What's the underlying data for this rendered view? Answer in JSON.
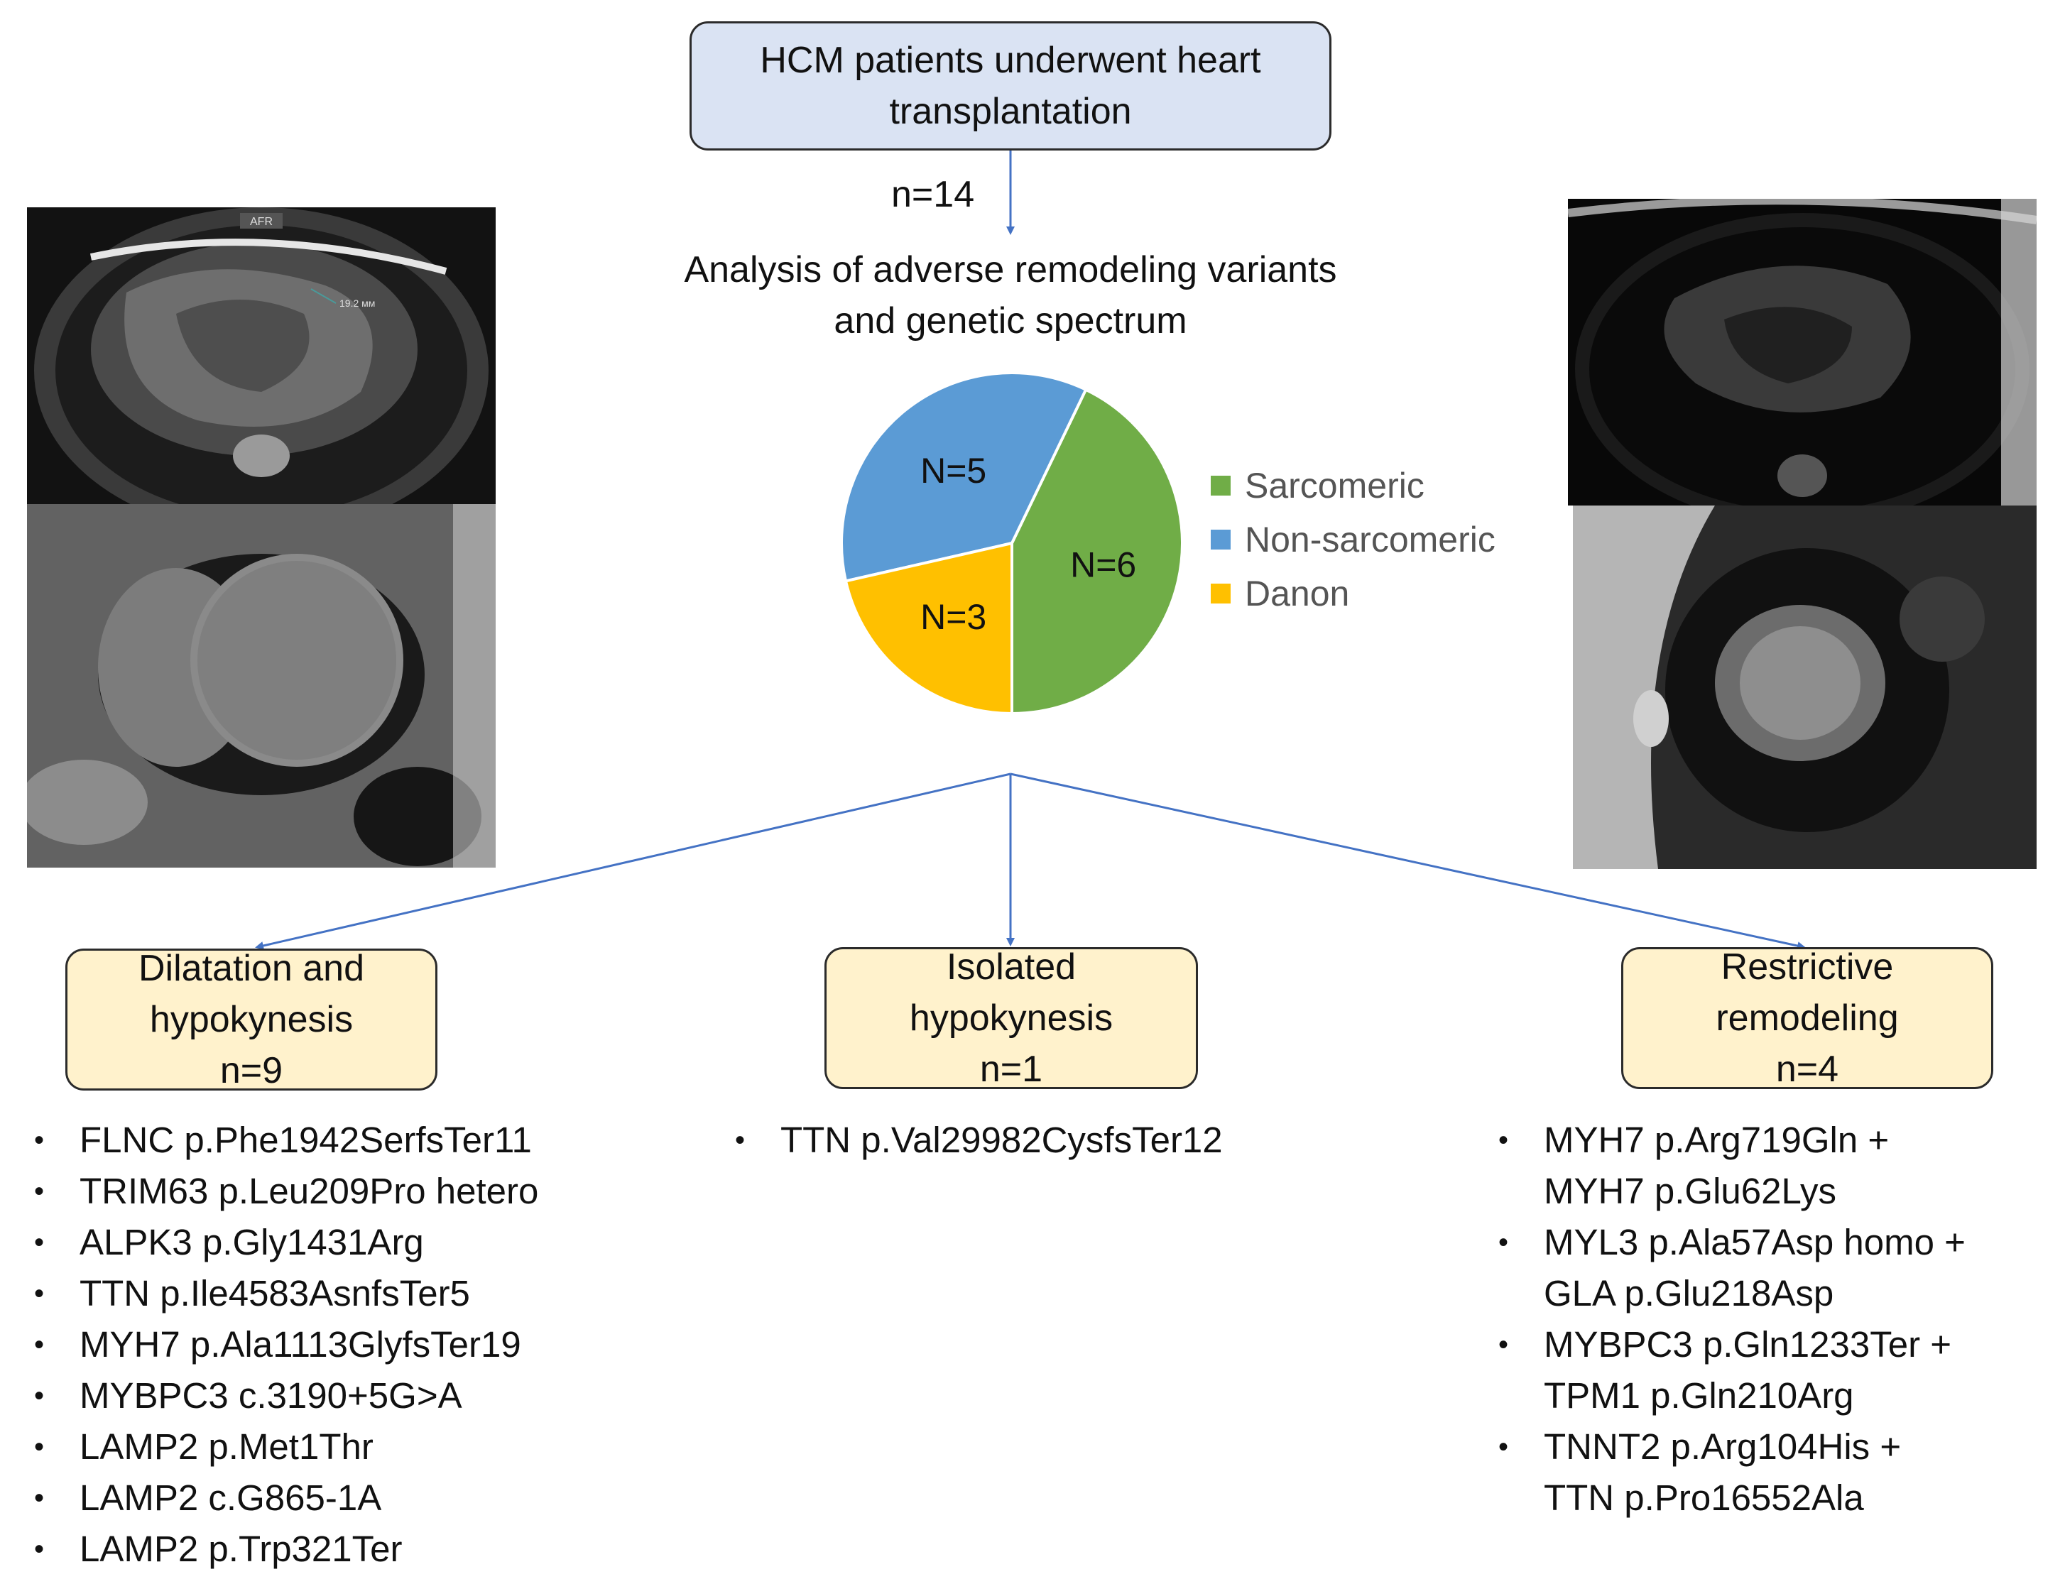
{
  "top_box": {
    "line1": "HCM patients underwent heart",
    "line2": "transplantation"
  },
  "n_total": "n=14",
  "analysis": {
    "line1": "Analysis of adverse remodeling variants",
    "line2": "and genetic spectrum"
  },
  "chart_data": {
    "type": "pie",
    "slices": [
      {
        "name": "Sarcomeric",
        "value": 6,
        "label": "N=6",
        "color": "#70ad47"
      },
      {
        "name": "Non-sarcomeric",
        "value": 5,
        "label": "N=5",
        "color": "#5b9bd5"
      },
      {
        "name": "Danon",
        "value": 3,
        "label": "N=3",
        "color": "#ffc000"
      }
    ],
    "legend_position": "right"
  },
  "mri_left_top_label": "AFR",
  "mri_left_measure": "19.2 мм",
  "categories": [
    {
      "line1": "Dilatation and",
      "line2": "hypokynesis",
      "count": "n=9"
    },
    {
      "line1": "Isolated",
      "line2": "hypokynesis",
      "count": "n=1"
    },
    {
      "line1": "Restrictive",
      "line2": "remodeling",
      "count": "n=4"
    }
  ],
  "variants_dilatation": [
    "FLNC p.Phe1942SerfsTer11",
    "TRIM63 p.Leu209Pro hetero",
    "ALPK3 p.Gly1431Arg",
    "TTN p.Ile4583AsnfsTer5",
    "MYH7 p.Ala1113GlyfsTer19",
    "MYBPC3 c.3190+5G>A",
    "LAMP2 p.Met1Thr",
    "LAMP2 c.G865-1A",
    "LAMP2 p.Trp321Ter"
  ],
  "variants_isolated": [
    "TTN p.Val29982CysfsTer12"
  ],
  "variants_restrictive": [
    {
      "line1": "MYH7 p.Arg719Gln +",
      "line2": "MYH7 p.Glu62Lys"
    },
    {
      "line1": "MYL3 p.Ala57Asp homo +",
      "line2": "GLA p.Glu218Asp"
    },
    {
      "line1": "MYBPC3 p.Gln1233Ter +",
      "line2": "TPM1 p.Gln210Arg"
    },
    {
      "line1": "TNNT2 p.Arg104His +",
      "line2": "TTN p.Pro16552Ala"
    }
  ],
  "bullet": "•"
}
